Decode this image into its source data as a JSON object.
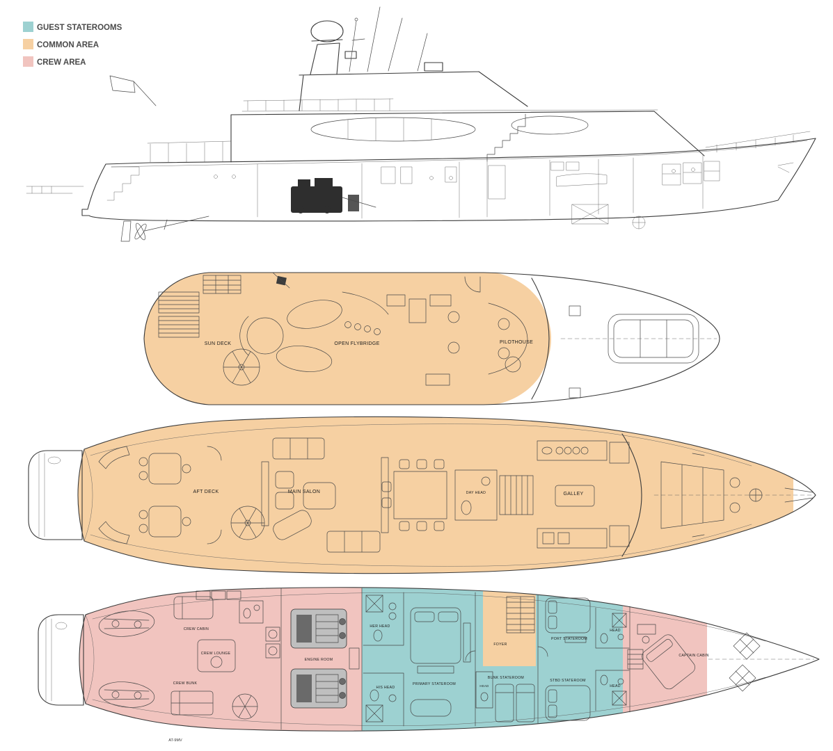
{
  "legend": {
    "items": [
      {
        "id": "guest-staterooms",
        "label": "GUEST STATEROOMS",
        "color": "#9dd1d1"
      },
      {
        "id": "common-area",
        "label": "COMMON AREA",
        "color": "#f6d0a2"
      },
      {
        "id": "crew-area",
        "label": "CREW AREA",
        "color": "#f1c4bf"
      }
    ]
  },
  "decks": {
    "flybridge": {
      "rooms": {
        "sun_deck": "SUN DECK",
        "open_flybridge": "OPEN FLYBRIDGE",
        "pilothouse": "PILOTHOUSE"
      }
    },
    "main": {
      "rooms": {
        "aft_deck": "AFT DECK",
        "main_salon": "MAIN SALON",
        "day_head": "DAY HEAD",
        "galley": "GALLEY"
      }
    },
    "lower": {
      "rooms": {
        "crew_cabin": "CREW CABIN",
        "crew_lounge": "CREW LOUNGE",
        "crew_bunk": "CREW BUNK",
        "engine_room": "ENGINE ROOM",
        "her_head": "HER HEAD",
        "his_head": "HIS HEAD",
        "primary_stateroom": "PRIMARY STATEROOM",
        "bunk_head": "HEAD",
        "bunk_stateroom": "BUNK STATEROOM",
        "foyer": "FOYER",
        "port_stateroom": "PORT STATEROOM",
        "port_head": "HEAD",
        "stbd_stateroom": "STBD STATEROOM",
        "stbd_head": "HEAD",
        "captain_cabin": "CAPTAIN CABIN"
      },
      "note": "AT-9MV"
    }
  }
}
